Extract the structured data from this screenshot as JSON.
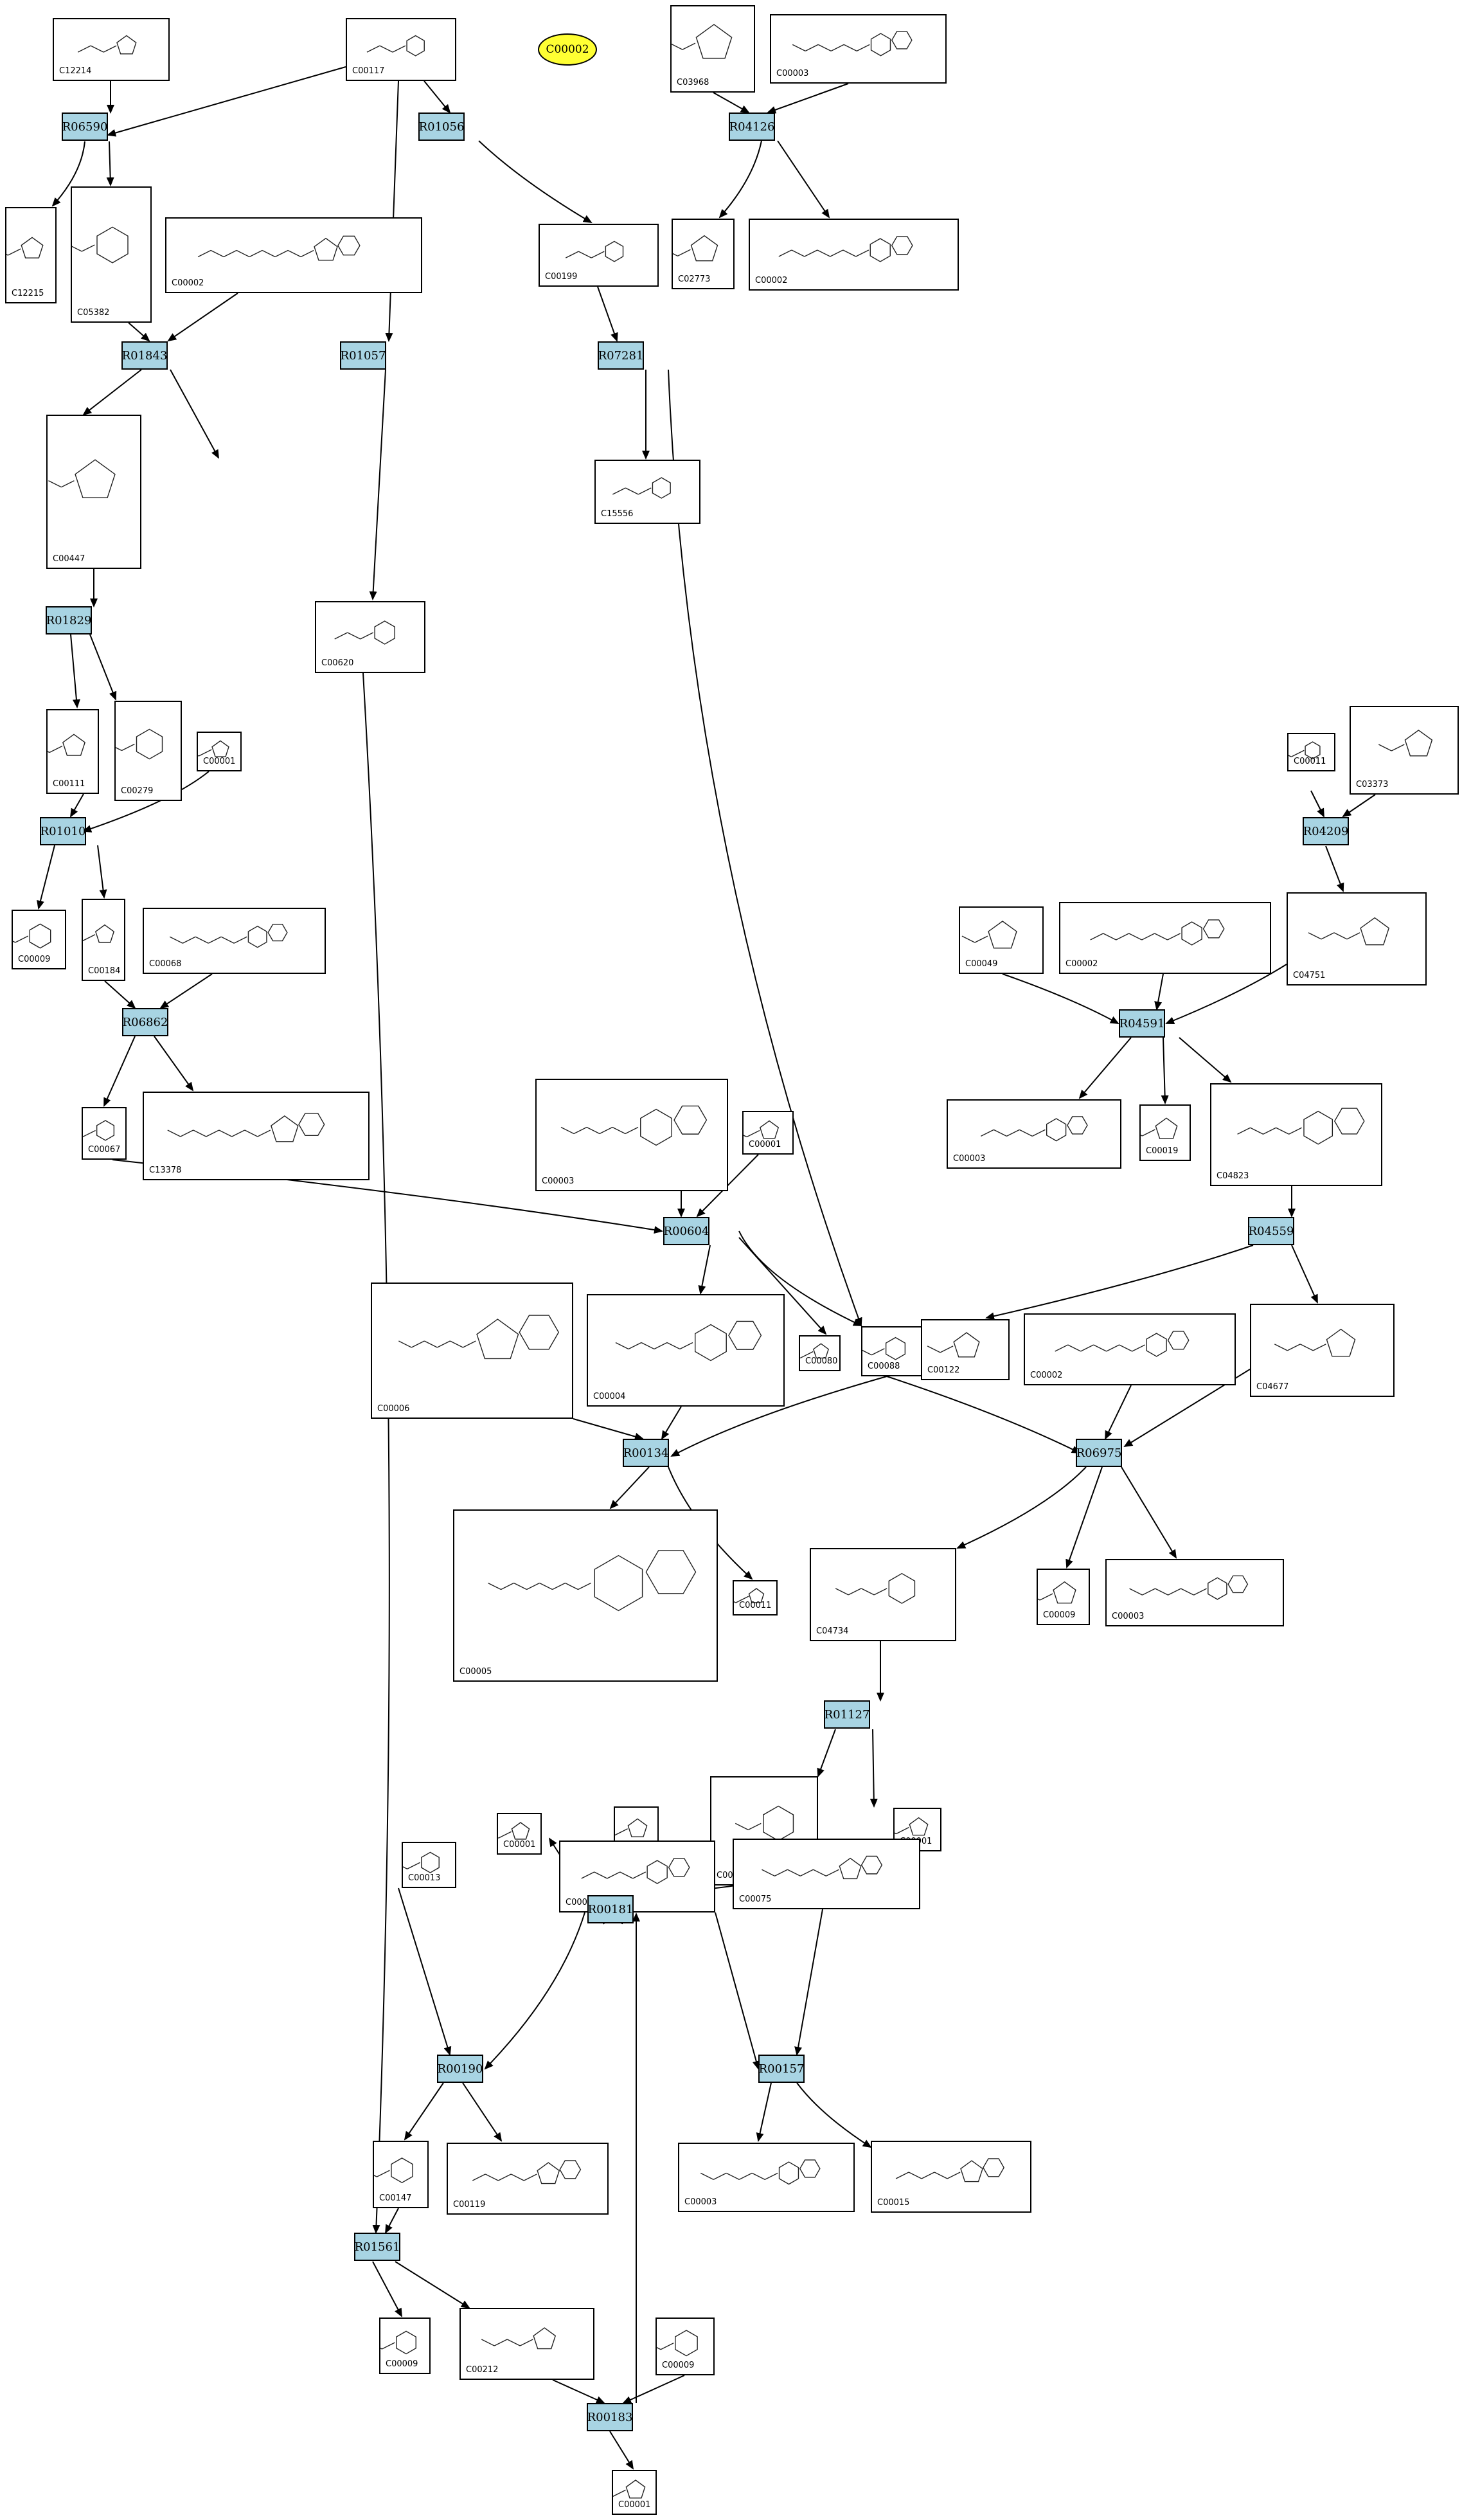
{
  "query_compound": "C00002",
  "compounds": [
    {
      "id": "C12214"
    },
    {
      "id": "C00117"
    },
    {
      "id": "C03968"
    },
    {
      "id": "C00003"
    },
    {
      "id": "C12215"
    },
    {
      "id": "C05382"
    },
    {
      "id": "C00002"
    },
    {
      "id": "C00199"
    },
    {
      "id": "C02773"
    },
    {
      "id": "C00002"
    },
    {
      "id": "C00003"
    },
    {
      "id": "C15556"
    },
    {
      "id": "C00447"
    },
    {
      "id": "C00620"
    },
    {
      "id": "C00111"
    },
    {
      "id": "C00279"
    },
    {
      "id": "C00001"
    },
    {
      "id": "C00011"
    },
    {
      "id": "C03373"
    },
    {
      "id": "C00009"
    },
    {
      "id": "C00184"
    },
    {
      "id": "C00068"
    },
    {
      "id": "C00049"
    },
    {
      "id": "C00002"
    },
    {
      "id": "C04751"
    },
    {
      "id": "C00067"
    },
    {
      "id": "C13378"
    },
    {
      "id": "C00003"
    },
    {
      "id": "C00001"
    },
    {
      "id": "C00003"
    },
    {
      "id": "C00019"
    },
    {
      "id": "C04823"
    },
    {
      "id": "C00006"
    },
    {
      "id": "C00004"
    },
    {
      "id": "C00080"
    },
    {
      "id": "C00088"
    },
    {
      "id": "C00122"
    },
    {
      "id": "C00002"
    },
    {
      "id": "C04677"
    },
    {
      "id": "C00005"
    },
    {
      "id": "C00011"
    },
    {
      "id": "C04734"
    },
    {
      "id": "C00009"
    },
    {
      "id": "C00003"
    },
    {
      "id": "C00014"
    },
    {
      "id": "C00130"
    },
    {
      "id": "C00001"
    },
    {
      "id": "C00013"
    },
    {
      "id": "C00001"
    },
    {
      "id": "C00020"
    },
    {
      "id": "C00075"
    },
    {
      "id": "C00147"
    },
    {
      "id": "C00119"
    },
    {
      "id": "C00003"
    },
    {
      "id": "C00015"
    },
    {
      "id": "C00009"
    },
    {
      "id": "C00212"
    },
    {
      "id": "C00009"
    },
    {
      "id": "C00001"
    }
  ],
  "reactions": [
    {
      "id": "R06590"
    },
    {
      "id": "R01056"
    },
    {
      "id": "R04126"
    },
    {
      "id": "R01843"
    },
    {
      "id": "R01057"
    },
    {
      "id": "R07281"
    },
    {
      "id": "R01829"
    },
    {
      "id": "R01010"
    },
    {
      "id": "R04209"
    },
    {
      "id": "R04591"
    },
    {
      "id": "R06862"
    },
    {
      "id": "R00604"
    },
    {
      "id": "R04559"
    },
    {
      "id": "R00134"
    },
    {
      "id": "R06975"
    },
    {
      "id": "R01127"
    },
    {
      "id": "R00181"
    },
    {
      "id": "R00190"
    },
    {
      "id": "R00157"
    },
    {
      "id": "R01561"
    },
    {
      "id": "R00183"
    }
  ]
}
